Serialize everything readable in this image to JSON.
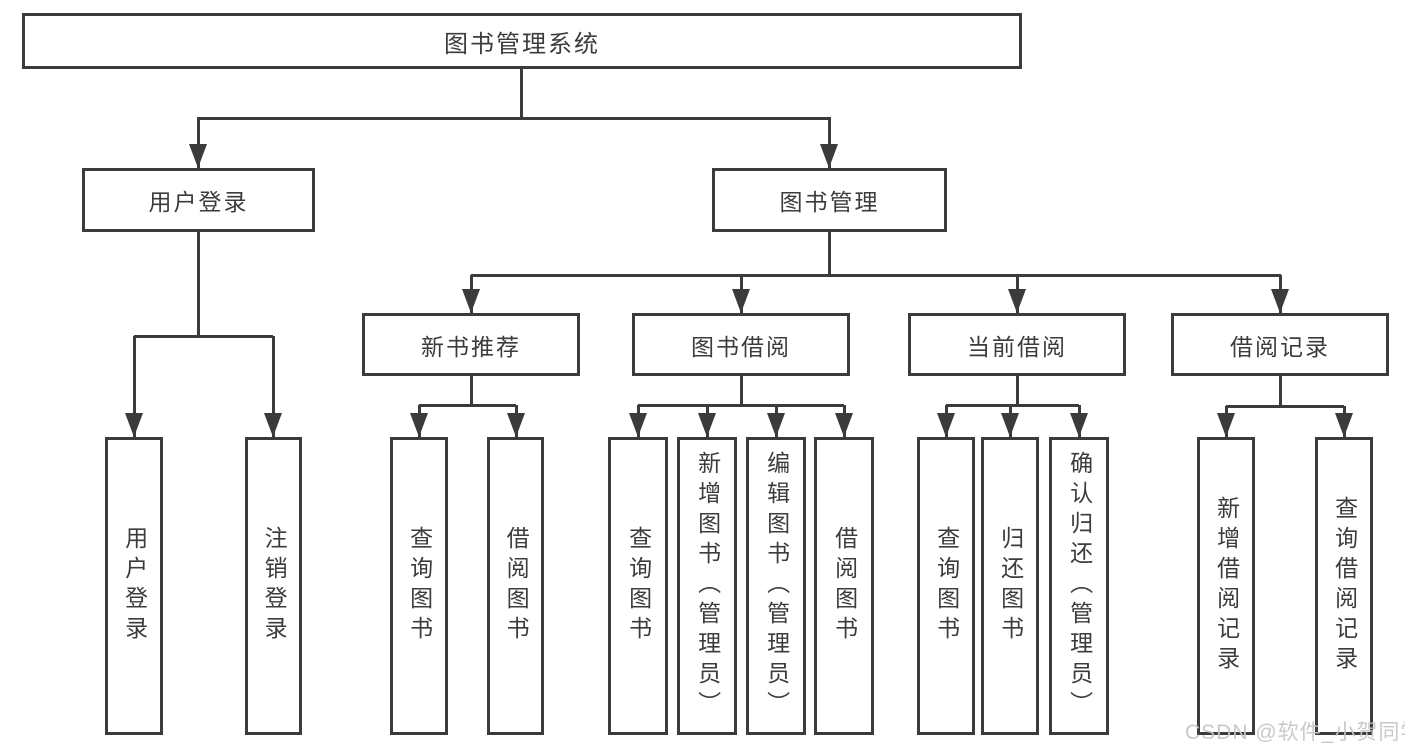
{
  "diagram_type": "hierarchy-tree",
  "nodes": {
    "root": "图书管理系统",
    "user_login": "用户登录",
    "book_mgmt": "图书管理",
    "new_book_rec": "新书推荐",
    "book_borrow": "图书借阅",
    "current_borrow": "当前借阅",
    "borrow_records": "借阅记录",
    "ul_user_login": "用户登录",
    "ul_logout": "注销登录",
    "nb_query_book": "查询图书",
    "nb_borrow_book": "借阅图书",
    "bb_query_book": "查询图书",
    "bb_add_book": "新增图书（管理员）",
    "bb_edit_book": "编辑图书（管理员）",
    "bb_borrow_book": "借阅图书",
    "cb_query_book": "查询图书",
    "cb_return_book": "归还图书",
    "cb_confirm_return": "确认归还（管理员）",
    "br_add_record": "新增借阅记录",
    "br_query_record": "查询借阅记录"
  },
  "structure": {
    "图书管理系统": {
      "用户登录": [
        "用户登录",
        "注销登录"
      ],
      "图书管理": {
        "新书推荐": [
          "查询图书",
          "借阅图书"
        ],
        "图书借阅": [
          "查询图书",
          "新增图书（管理员）",
          "编辑图书（管理员）",
          "借阅图书"
        ],
        "当前借阅": [
          "查询图书",
          "归还图书",
          "确认归还（管理员）"
        ],
        "借阅记录": [
          "新增借阅记录",
          "查询借阅记录"
        ]
      }
    }
  },
  "watermark": "CSDN @软件_小贺同学",
  "colors": {
    "line": "#3b3b3b",
    "text": "#3c3c3c",
    "background": "#ffffff",
    "watermark": "#c6c6c6"
  }
}
